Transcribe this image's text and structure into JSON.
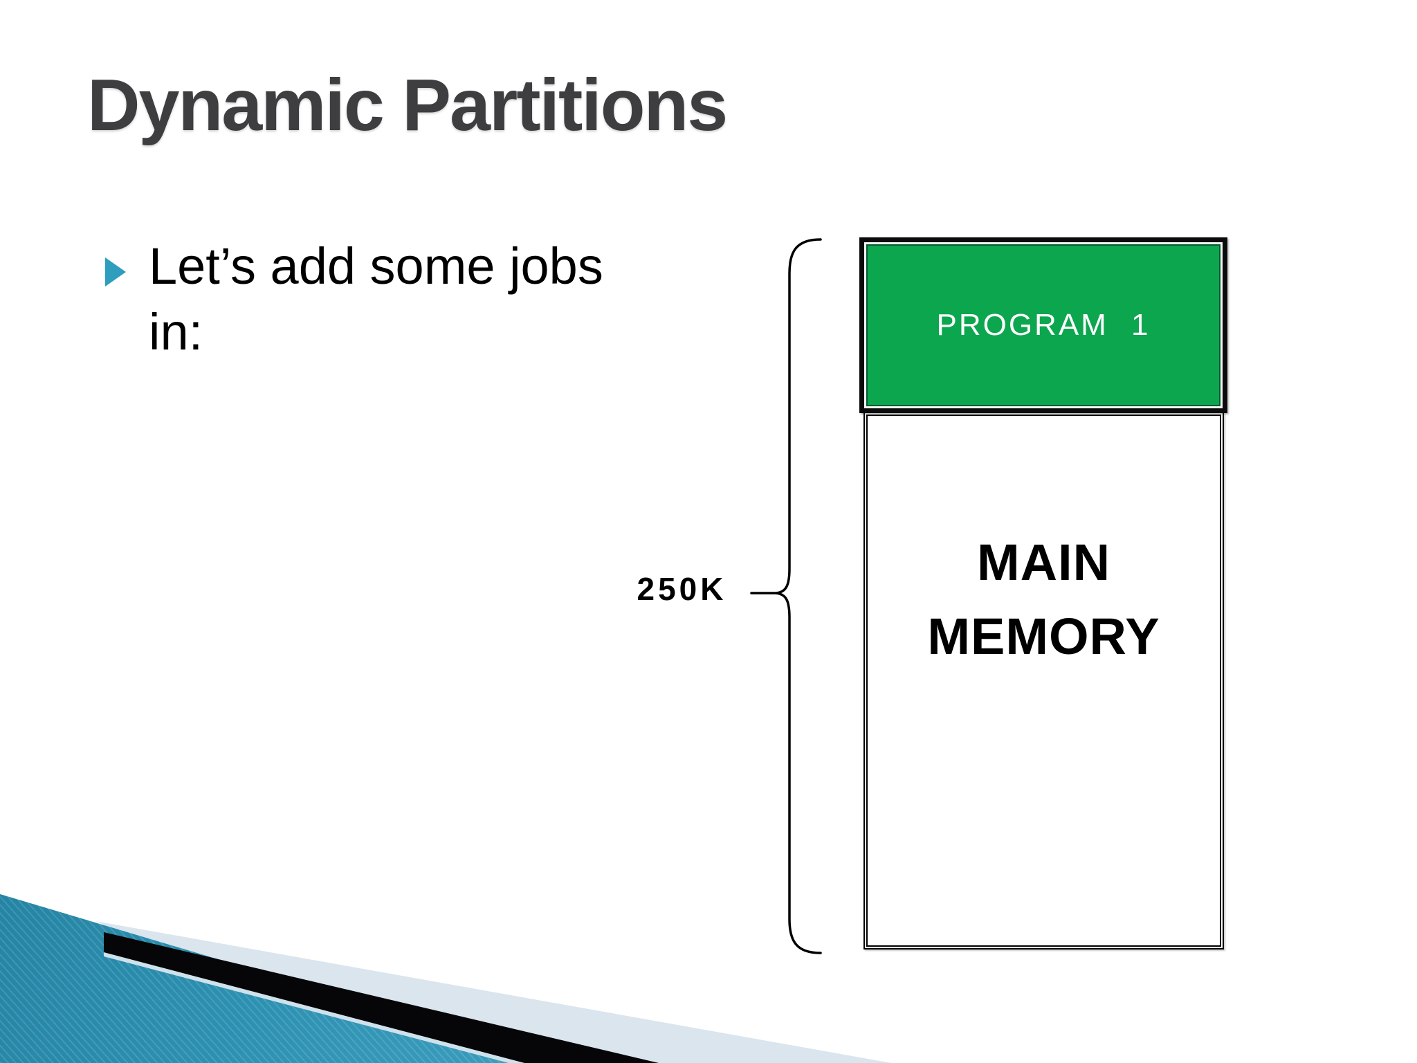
{
  "slide": {
    "title": "Dynamic Partitions",
    "bullet": {
      "text": "Let’s add some jobs\nin:"
    },
    "diagram": {
      "size_label": "250K",
      "program1_label": "PROGRAM 1",
      "memory_label": "MAIN\nMEMORY"
    },
    "colors": {
      "title_gray": "#3e3e40",
      "bullet_teal": "#2f9dbd",
      "program_green": "#0ca64f",
      "footer_teal_dark": "#17718e",
      "footer_teal_light": "#60b8d6",
      "footer_light_blue": "#dae5ee",
      "footer_black": "#060608"
    }
  }
}
